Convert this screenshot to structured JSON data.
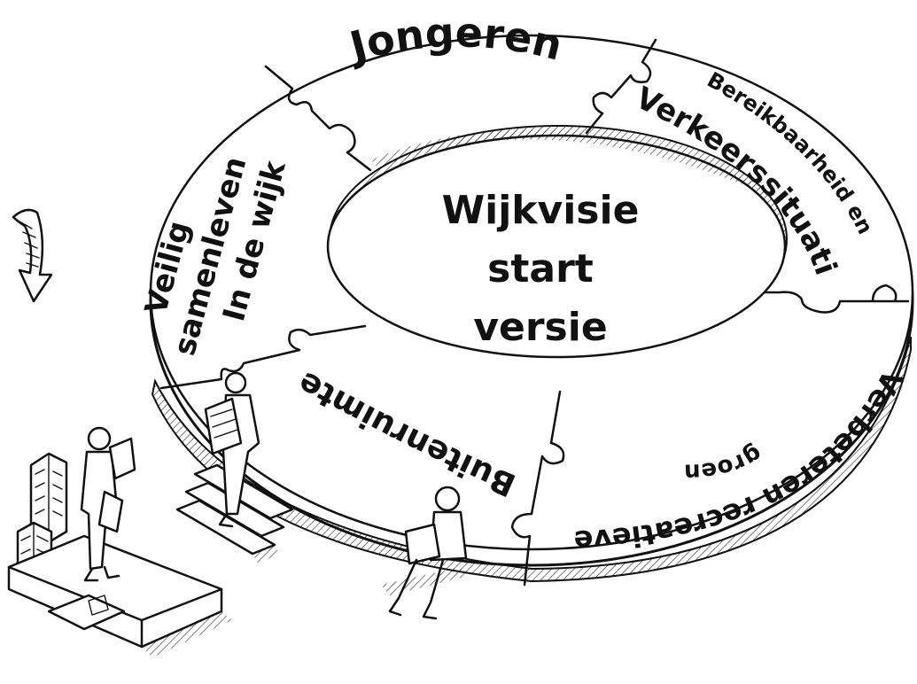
{
  "center": {
    "lines": [
      "Wijkvisie",
      "start",
      "versie"
    ]
  },
  "segments": {
    "jongeren": {
      "lines": [
        "Jongeren"
      ]
    },
    "bereikbaarheid": {
      "lines": [
        "Bereikbaarheid en",
        "Verkeerssituatie"
      ]
    },
    "groen": {
      "lines": [
        "Verbeteren recreatieve",
        "groen"
      ]
    },
    "buitenruimte": {
      "lines": [
        "Buitenruimte"
      ]
    },
    "veilig": {
      "lines": [
        "Veilig",
        "samenleven",
        "In de wijk"
      ]
    }
  },
  "icons": {
    "arrow": "down-arrow-icon",
    "person_tablet": "person-with-tablet-icon",
    "person_boxes": "person-carrying-boxes-icon",
    "person_laptop": "person-with-laptop-icon",
    "buildings": "city-buildings-icon"
  }
}
